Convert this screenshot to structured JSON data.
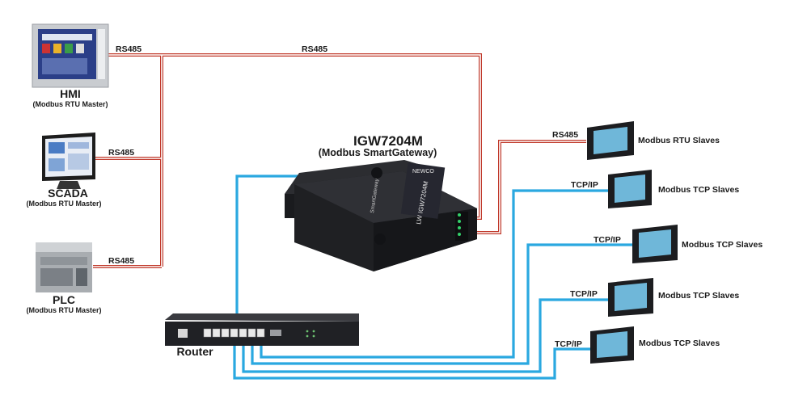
{
  "gateway": {
    "title": "IGW7204M",
    "subtitle": "(Modbus SmartGateway)",
    "brand": "NEWCO",
    "model_print": "LW IGW7204M",
    "side_print": "SmartGateway"
  },
  "masters": [
    {
      "name": "HMI",
      "role": "(Modbus RTU Master)",
      "link": "RS485"
    },
    {
      "name": "SCADA",
      "role": "(Modbus RTU Master)",
      "link": "RS485"
    },
    {
      "name": "PLC",
      "role": "(Modbus RTU Master)",
      "link": "RS485"
    }
  ],
  "bus_label": "RS485",
  "router": {
    "name": "Router"
  },
  "slaves": [
    {
      "link": "RS485",
      "name": "Modbus RTU Slaves"
    },
    {
      "link": "TCP/IP",
      "name": "Modbus TCP Slaves"
    },
    {
      "link": "TCP/IP",
      "name": "Modbus TCP Slaves"
    },
    {
      "link": "TCP/IP",
      "name": "Modbus TCP Slaves"
    },
    {
      "link": "TCP/IP",
      "name": "Modbus TCP Slaves"
    }
  ],
  "colors": {
    "rs485_outer": "#c0392b",
    "rs485_inner": "#ffffff",
    "ethernet": "#2aa8e0",
    "device_dark": "#1e1f22",
    "screen": "#6fb7d9"
  }
}
